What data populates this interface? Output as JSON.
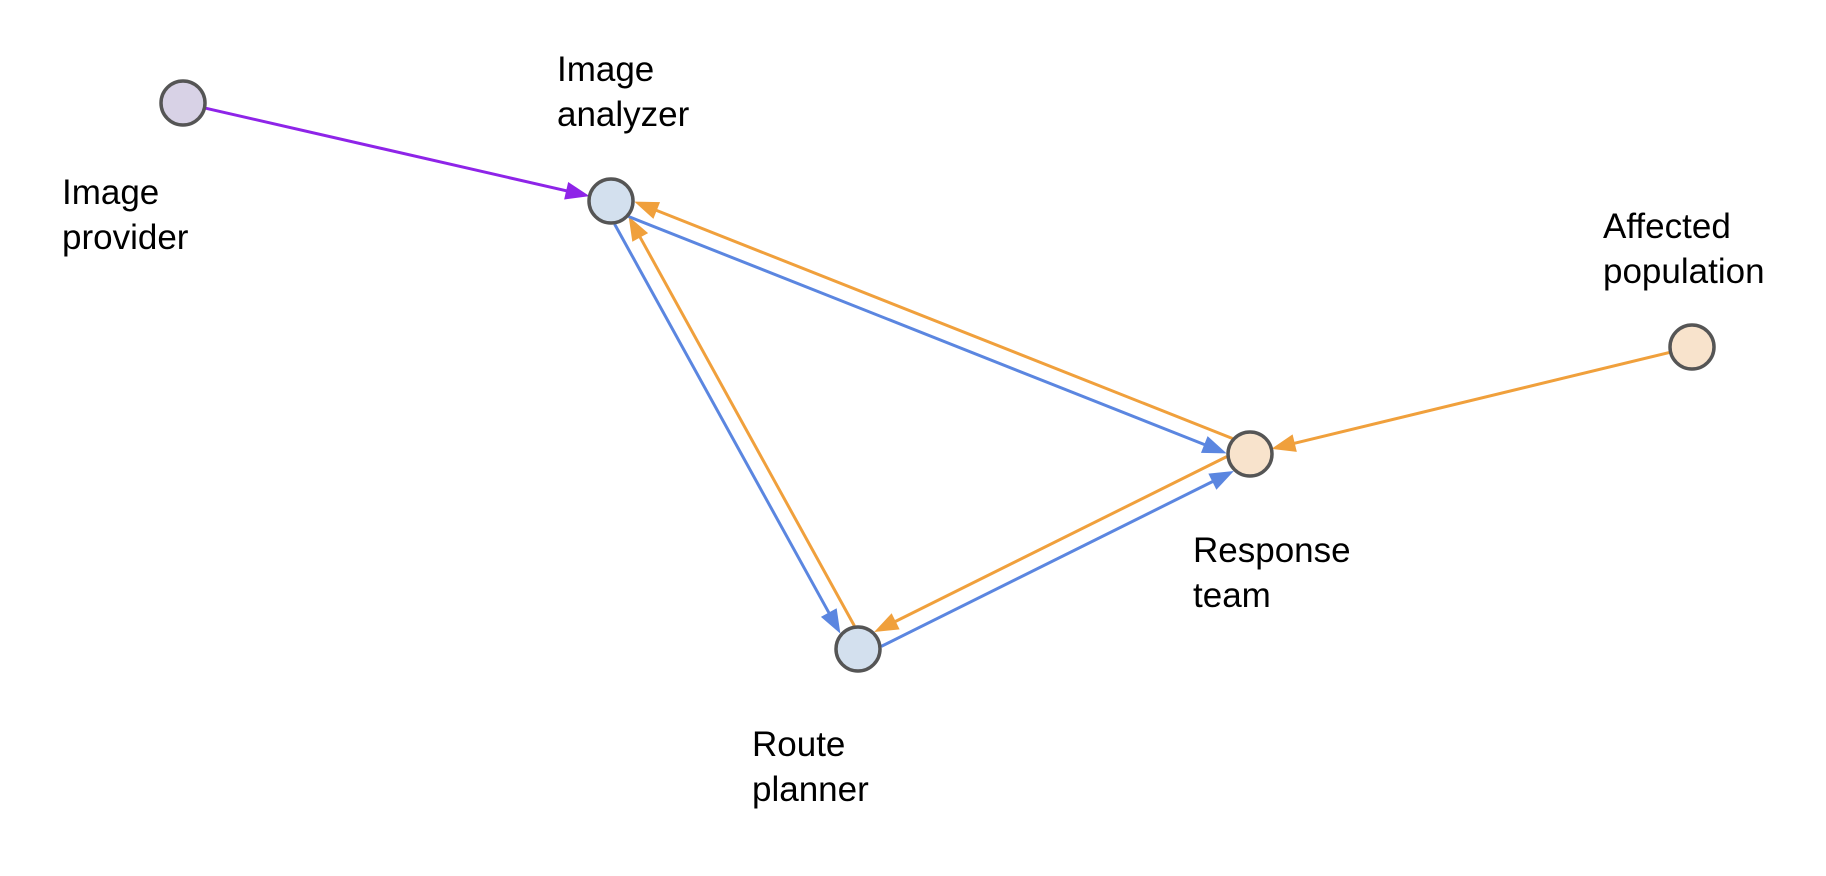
{
  "colors": {
    "purple": "#8e24e8",
    "blue": "#5b86e0",
    "orange": "#f0a03c",
    "node_stroke": "#555555",
    "fill_purple": "#d8d2e6",
    "fill_blue": "#d3e0ee",
    "fill_orange": "#f8e3cc"
  },
  "nodes": [
    {
      "id": "image-provider",
      "label_lines": [
        "Image",
        "provider"
      ],
      "fill": "#d8d2e6"
    },
    {
      "id": "image-analyzer",
      "label_lines": [
        "Image",
        "analyzer"
      ],
      "fill": "#d3e0ee"
    },
    {
      "id": "route-planner",
      "label_lines": [
        "Route",
        "planner"
      ],
      "fill": "#d3e0ee"
    },
    {
      "id": "response-team",
      "label_lines": [
        "Response",
        "team"
      ],
      "fill": "#f8e3cc"
    },
    {
      "id": "affected-population",
      "label_lines": [
        "Affected",
        "population"
      ],
      "fill": "#f8e3cc"
    }
  ],
  "edges": [
    {
      "from": "image-provider",
      "to": "image-analyzer",
      "color": "#8e24e8"
    },
    {
      "from": "image-analyzer",
      "to": "route-planner",
      "color": "#5b86e0"
    },
    {
      "from": "route-planner",
      "to": "image-analyzer",
      "color": "#f0a03c"
    },
    {
      "from": "image-analyzer",
      "to": "response-team",
      "color": "#5b86e0"
    },
    {
      "from": "response-team",
      "to": "image-analyzer",
      "color": "#f0a03c"
    },
    {
      "from": "route-planner",
      "to": "response-team",
      "color": "#5b86e0"
    },
    {
      "from": "response-team",
      "to": "route-planner",
      "color": "#f0a03c"
    },
    {
      "from": "affected-population",
      "to": "response-team",
      "color": "#f0a03c"
    }
  ]
}
